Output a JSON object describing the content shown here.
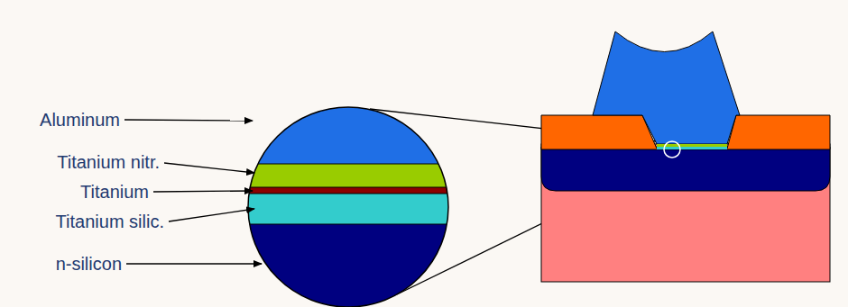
{
  "diagram": {
    "labels": [
      "Aluminum",
      "Titanium nitr.",
      "Titanium",
      "Titanium silic.",
      "n-silicon"
    ]
  }
}
